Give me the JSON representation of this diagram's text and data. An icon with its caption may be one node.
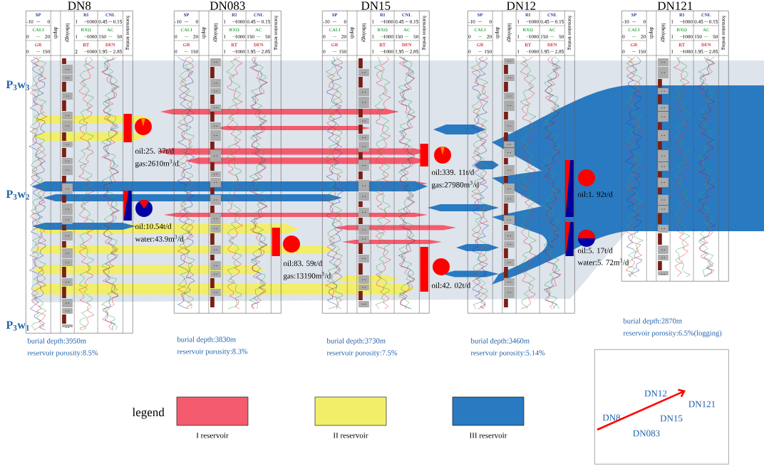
{
  "diagram": {
    "nodes": [
      {
        "text": [
          "DN8"
        ]
      },
      {
        "text": [
          "DN083"
        ]
      },
      {
        "text": [
          "DN15"
        ]
      },
      {
        "text": [
          "DN12"
        ]
      },
      {
        "text": [
          "DN121"
        ]
      },
      {
        "text": [
          "DN12",
          "DN121",
          "DN8",
          "DN15",
          "DN083"
        ]
      }
    ],
    "labels": [
      "P$_{3}$w$_{3}$",
      "P$_{3}$w$_{2}$",
      "P$_{3}$w$_{1}$",
      "SP",
      "-10",
      "0",
      "RI",
      "1",
      "1000",
      "CNL",
      "0.45",
      "0.15",
      "CALI",
      "0",
      "20",
      "RXO",
      "1",
      "1000",
      "AC",
      "150",
      "50",
      "GR",
      "0",
      "150",
      "RT",
      "2",
      "1000",
      "DEN",
      "1.95",
      "2.85",
      "depth",
      "lithology",
      "formation testing",
      "SP",
      "-10",
      "0",
      "RI",
      "1",
      "1000",
      "CNL",
      "0.45",
      "0.15",
      "CALI",
      "0",
      "20",
      "RXO",
      "1",
      "1000",
      "AC",
      "150",
      "50",
      "GR",
      "0",
      "150",
      "RT",
      "1",
      "1000",
      "DEN",
      "1.95",
      "2.85",
      "depth",
      "lithology",
      "formation testing",
      "SP",
      "-10",
      "0",
      "RI",
      "1",
      "1000",
      "CNL",
      "0.45",
      "0.15",
      "CALI",
      "0",
      "20",
      "RXO",
      "1",
      "1000",
      "AC",
      "150",
      "50",
      "GR",
      "0",
      "150",
      "RT",
      "1",
      "1000",
      "DEN",
      "1.95",
      "2.85",
      "depth",
      "lithology",
      "formation testing",
      "SP",
      "-10",
      "0",
      "RI",
      "1",
      "1000",
      "CNL",
      "0.45",
      "0.15",
      "CALI",
      "0",
      "20",
      "RXO",
      "1",
      "1000",
      "AC",
      "150",
      "50",
      "GR",
      "0",
      "150",
      "RT",
      "1",
      "1000",
      "DEN",
      "1.95",
      "2.85",
      "depth",
      "lithology",
      "formation testing",
      "SP",
      "-10",
      "0",
      "RI",
      "1",
      "1000",
      "CNL",
      "0.45",
      "0.15",
      "CALI",
      "0",
      "20",
      "RXO",
      "1",
      "1000",
      "AC",
      "150",
      "50",
      "GR",
      "0",
      "150",
      "RT",
      "1",
      "1000",
      "DEN",
      "1.95",
      "2.85",
      "depth",
      "lithology",
      "formation testing",
      "oil:25. 37t/d",
      "gas:2610m$^{3}$/d",
      "oil:10.54t/d",
      "water:43.9m$^{3}$/d",
      "oil:83. 59t/d",
      "gas:13190m$^{3}$/d",
      "oil:339. 11t/d",
      "gas:27980m$^{3}$/d",
      "oil:42. 02t/d",
      "oil:1. 92t/d",
      "oil:5. 17t/d",
      "water:5. 72m$^{3}$/d",
      "burial depth:3950m",
      "reservoir porosity:8.5%",
      "burial depth:3830m",
      "reservoir porosity:8.3%",
      "burial depth:3730m",
      "reservoir porosity:7.5%",
      "burial depth:3460m",
      "reservoir porosity:5.14%",
      "burial depth:2870m",
      "reservoir porosity:6.5%(logging)",
      "legend"
    ],
    "legend": [
      {
        "text": "I reservoir",
        "color": "#f45b6e"
      },
      {
        "text": "II reservoir",
        "color": "#f2ee6a"
      },
      {
        "text": "III reservoir",
        "color": "#2a7ac2"
      }
    ]
  }
}
